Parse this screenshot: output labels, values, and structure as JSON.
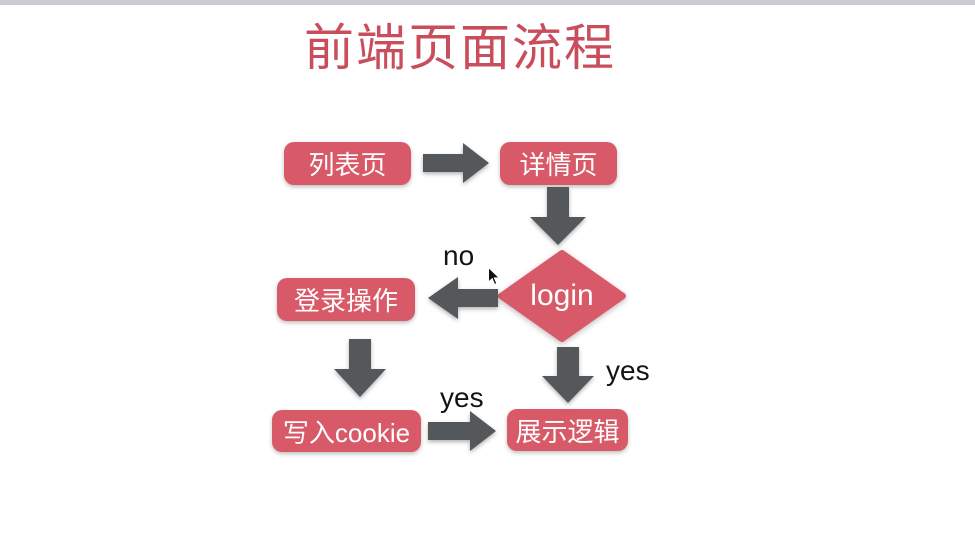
{
  "colors": {
    "title": "#c94d5b",
    "node": "#d85a68",
    "node_text": "#ffffff",
    "arrow": "#55585b",
    "label": "#141414",
    "top_bar": "#c9ccd4"
  },
  "title": {
    "text": "前端页面流程"
  },
  "flowchart": {
    "nodes": {
      "list_page": {
        "label": "列表页"
      },
      "detail_page": {
        "label": "详情页"
      },
      "login": {
        "label": "login"
      },
      "login_action": {
        "label": "登录操作"
      },
      "write_cookie": {
        "label": "写入cookie"
      },
      "display_logic": {
        "label": "展示逻辑"
      }
    },
    "edge_labels": {
      "login_no": "no",
      "write_cookie_yes": "yes",
      "login_yes": "yes"
    }
  }
}
